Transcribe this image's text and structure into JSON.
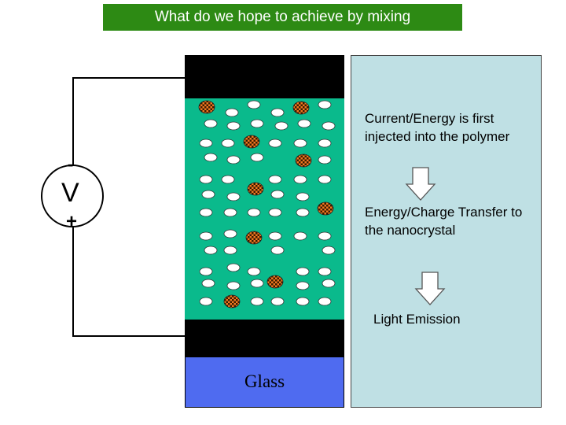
{
  "title": "What do we hope to achieve by mixing",
  "source": {
    "label": "V",
    "minus": "-",
    "plus": "+"
  },
  "glass_label": "Glass",
  "steps": [
    "Current/Energy is first injected into the polymer",
    "Energy/Charge Transfer to the nanocrystal",
    "Light Emission"
  ],
  "colors": {
    "title_bg": "#2d8a14",
    "polymer": "#0aba8c",
    "glass": "#4f6bf0",
    "panel": "#bfe0e4",
    "nanocrystal": "#f07820"
  },
  "particles": {
    "polymer_molecule": "white-ellipse",
    "nanocrystal": "orange-checker-circle"
  }
}
